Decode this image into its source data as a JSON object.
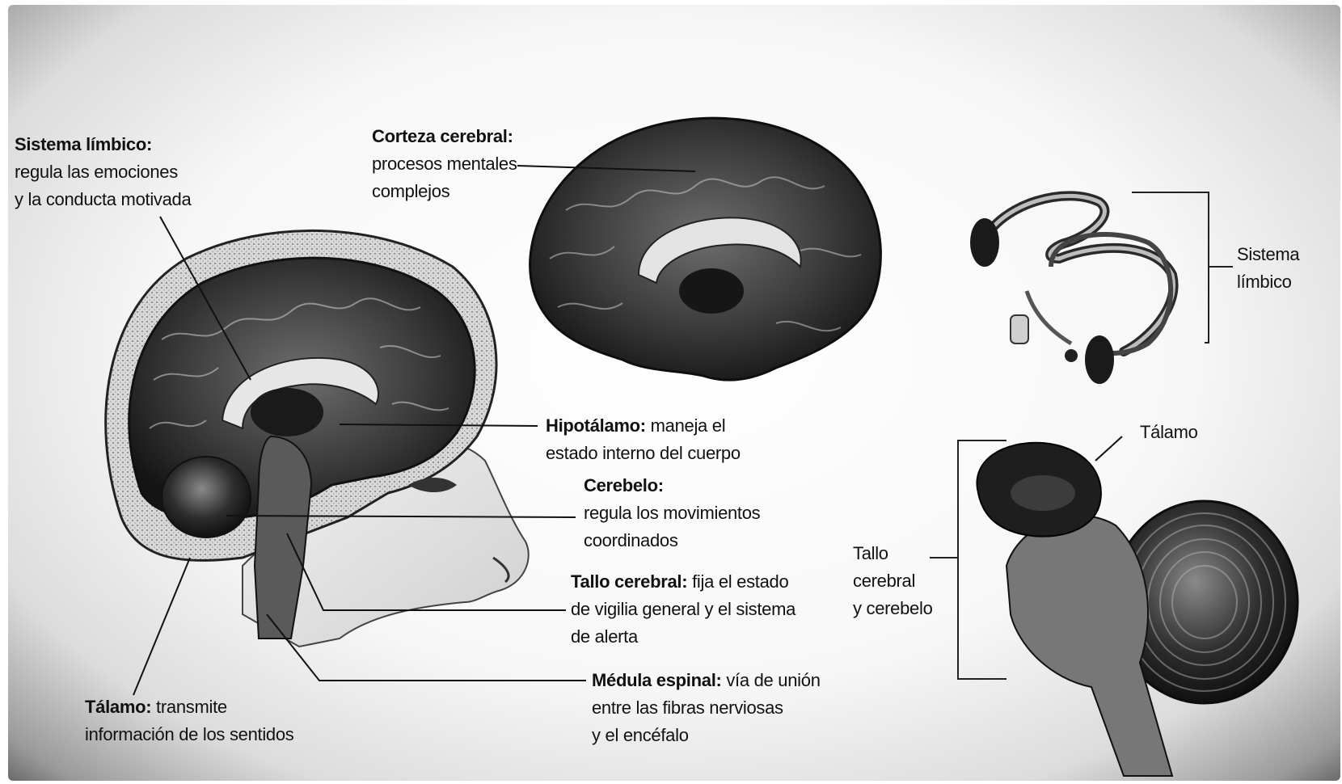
{
  "labels": {
    "sistema_limbico_left": {
      "title": "Sistema límbico:",
      "line1": "regula las emociones",
      "line2": "y la conducta motivada"
    },
    "corteza_cerebral": {
      "title": "Corteza cerebral:",
      "line1": "procesos mentales",
      "line2": "complejos"
    },
    "hipotalamo": {
      "title": "Hipotálamo:",
      "text1": " maneja el",
      "line2": "estado interno del cuerpo"
    },
    "cerebelo": {
      "title": "Cerebelo:",
      "line1": "regula los movimientos",
      "line2": "coordinados"
    },
    "tallo_cerebral": {
      "title": "Tallo cerebral:",
      "text1": " fija el estado",
      "line2": "de vigilia general y el sistema",
      "line3": "de alerta"
    },
    "medula_espinal": {
      "title": "Médula espinal:",
      "text1": " vía de unión",
      "line2": "entre las fibras nerviosas",
      "line3": "y el encéfalo"
    },
    "talamo_left": {
      "title": "Tálamo:",
      "text1": " transmite",
      "line2": "información de los sentidos"
    },
    "sistema_limbico_right": {
      "line1": "Sistema",
      "line2": "límbico"
    },
    "talamo_right": {
      "line1": "Tálamo"
    },
    "tallo_cerebelo_right": {
      "line1": "Tallo",
      "line2": "cerebral",
      "line3": "y cerebelo"
    }
  }
}
